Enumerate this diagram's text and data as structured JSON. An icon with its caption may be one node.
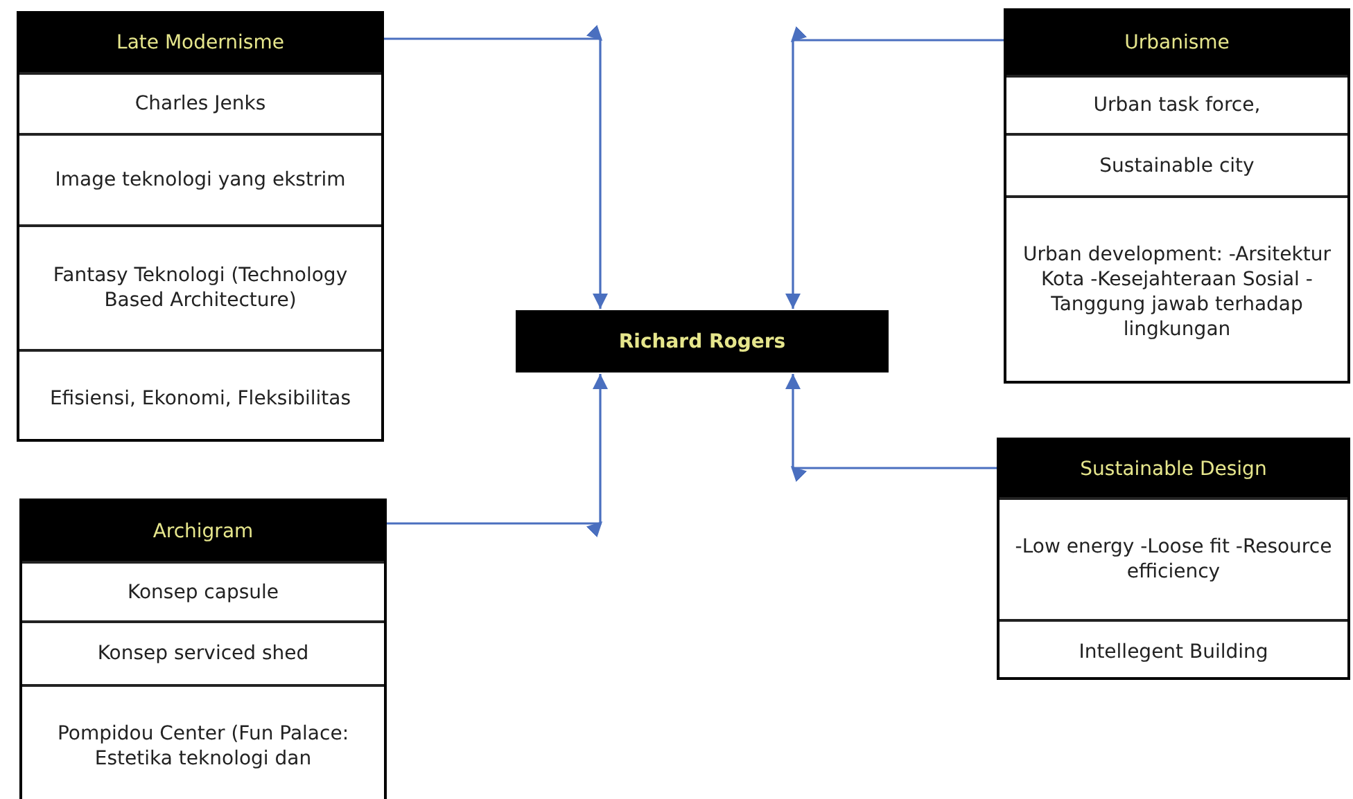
{
  "diagram": {
    "nodes": [
      {
        "text": [
          "Late Modernisme",
          "Charles Jenks",
          "Image teknologi yang ekstrim",
          "Fantasy Teknologi (Technology Based Architecture)",
          "Efisiensi, Ekonomi, Fleksibilitas"
        ]
      },
      {
        "text": [
          "Urbanisme",
          "Urban task force,",
          "Sustainable city",
          "Urban development: -Arsitektur Kota -Kesejahteraan Sosial -Tanggung jawab terhadap lingkungan"
        ]
      },
      {
        "text": [
          "Richard Rogers"
        ]
      },
      {
        "text": [
          "Archigram",
          "Konsep capsule",
          "Konsep serviced shed",
          "Pompidou Center (Fun Palace: Estetika teknologi dan"
        ]
      },
      {
        "text": [
          "Sustainable Design",
          "-Low energy -Loose fit -Resource efficiency",
          "Intellegent Building"
        ]
      }
    ],
    "edges": [
      {
        "from": 0,
        "to": 2,
        "arrow": "to"
      },
      {
        "from": 1,
        "to": 2,
        "arrow": "to"
      },
      {
        "from": 3,
        "to": 2,
        "arrow": "to"
      },
      {
        "from": 4,
        "to": 2,
        "arrow": "to"
      }
    ]
  }
}
